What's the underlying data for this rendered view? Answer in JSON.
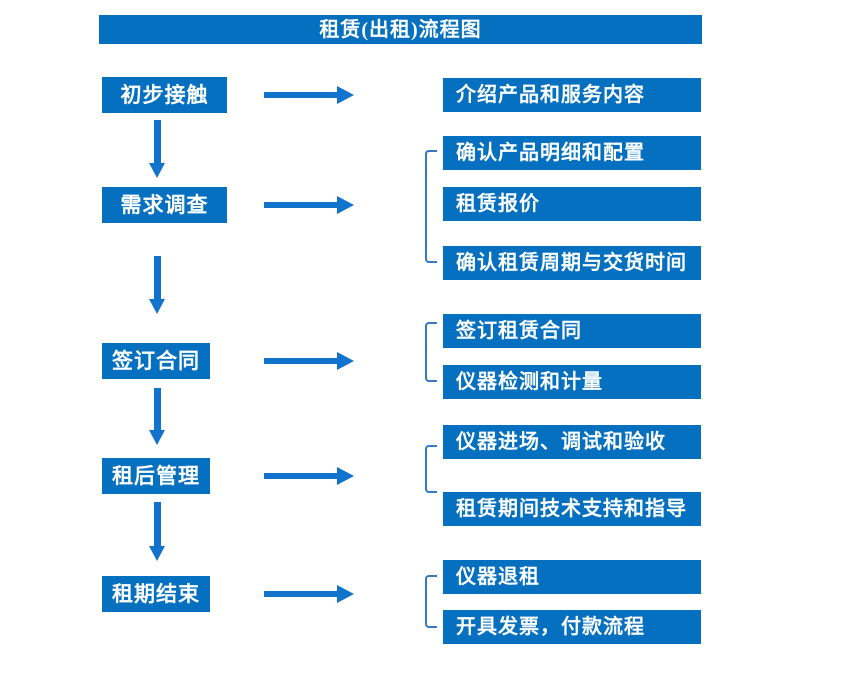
{
  "title": "租赁(出租)流程图",
  "colors": {
    "box_blue": "#0670C0",
    "arrow_blue": "#1173CB",
    "bracket_blue": "#3579BE",
    "text_white": "#FFFFFF",
    "background": "#FFFFFF"
  },
  "stages": [
    {
      "label": "初步接触",
      "details": [
        "介绍产品和服务内容"
      ]
    },
    {
      "label": "需求调查",
      "details": [
        "确认产品明细和配置",
        "租赁报价",
        "确认租赁周期与交货时间"
      ]
    },
    {
      "label": "签订合同",
      "details": [
        "签订租赁合同",
        "仪器检测和计量"
      ]
    },
    {
      "label": "租后管理",
      "details": [
        "仪器进场、调试和验收",
        "租赁期间技术支持和指导"
      ]
    },
    {
      "label": "租期结束",
      "details": [
        "仪器退租",
        "开具发票，付款流程"
      ]
    }
  ]
}
